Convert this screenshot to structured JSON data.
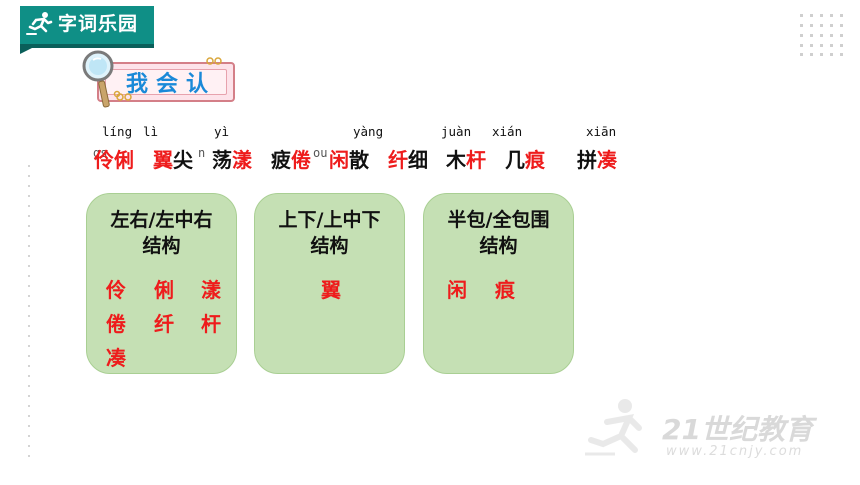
{
  "banner": {
    "title": "字词乐园"
  },
  "section_tag": {
    "label": "我会认"
  },
  "pinyin": {
    "ling": "líng",
    "li": "lì",
    "yi": "yì",
    "yang": "yàng",
    "juan": "juàn",
    "xian1": "xián",
    "xian2": "xiān",
    "ghost_left": "gs",
    "ghost_mid1": "n",
    "ghost_mid2": "ou"
  },
  "words": [
    {
      "a": "伶俐",
      "b": ""
    },
    {
      "a": "翼",
      "b": "尖"
    },
    {
      "a": "荡",
      "b": "漾"
    },
    {
      "a": "疲",
      "b": "倦"
    },
    {
      "a": "闲",
      "b": "散"
    },
    {
      "a": "纤",
      "b": "细"
    },
    {
      "a": "木",
      "b": "杆"
    },
    {
      "a": "几",
      "b": "痕"
    },
    {
      "a": "拼",
      "b": "凑"
    }
  ],
  "cards": [
    {
      "title_line1": "左右/左中右",
      "title_line2": "结构",
      "rows": [
        [
          "伶",
          "俐",
          "漾"
        ],
        [
          "倦",
          "纤",
          "杆"
        ],
        [
          "凑"
        ]
      ]
    },
    {
      "title_line1": "上下/上中下",
      "title_line2": "结构",
      "rows": [
        [
          "翼"
        ]
      ]
    },
    {
      "title_line1": "半包/全包围",
      "title_line2": "结构",
      "rows": [
        [
          "闲",
          "痕"
        ]
      ]
    }
  ],
  "watermark": {
    "brand": "21世纪教育",
    "url": "www.21cnjy.com"
  },
  "colors": {
    "highlight": "#ee1c1c",
    "card_bg": "#c5e0b4",
    "banner": "#0f8f86",
    "tag_text": "#1a89d8"
  }
}
